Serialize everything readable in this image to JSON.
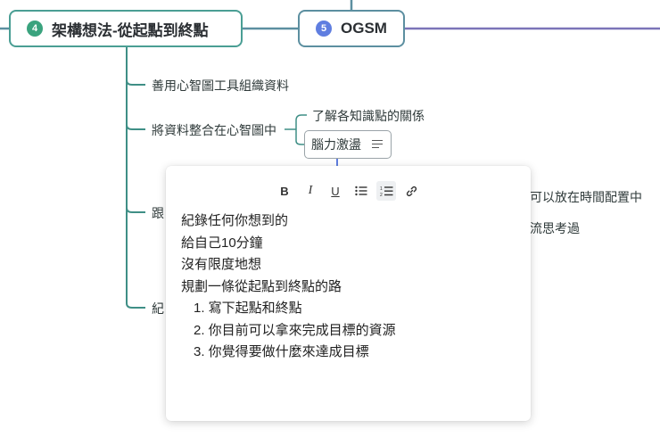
{
  "topics": {
    "topic4": {
      "number": "4",
      "label": "架構想法-從起點到終點"
    },
    "topic5": {
      "number": "5",
      "label": "OGSM"
    }
  },
  "branches": [
    "善用心智圖工具組織資料",
    "將資料整合在心智圖中",
    "跟",
    "紀"
  ],
  "subnodes": [
    "了解各知識點的關係",
    "腦力激盪"
  ],
  "right_fragments": [
    "可以放在時間配置中",
    "流思考過"
  ],
  "note": {
    "lines": [
      "紀錄任何你想到的",
      "給自己10分鐘",
      "沒有限度地想",
      "規劃一條從起點到終點的路"
    ],
    "list": [
      "1. 寫下起點和終點",
      "2. 你目前可以拿來完成目標的資源",
      "3. 你覺得要做什麼來達成目標"
    ]
  },
  "toolbar": {
    "bold": "B",
    "italic": "I",
    "underline": "U",
    "bullet_icon": "bulleted-list-icon",
    "number_icon": "numbered-list-icon",
    "link_icon": "link-icon"
  },
  "colors": {
    "topic4_border": "#4a9e94",
    "topic5_border": "#5c8fa0",
    "badge4": "#3aa37e",
    "badge5": "#5f7ee0",
    "branch_line": "#3f8f86",
    "purple_line": "#7b74b8"
  }
}
